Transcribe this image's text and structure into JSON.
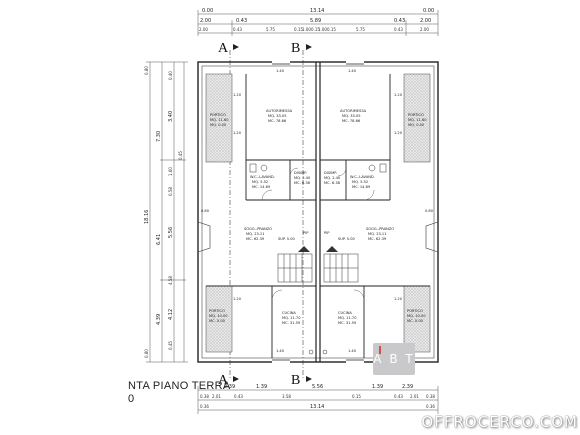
{
  "top_dims": {
    "row1": [
      "0.00",
      "13.14",
      "0.00"
    ],
    "row2": [
      "2.00",
      "0.43",
      "5.89",
      "0.43",
      "2.00"
    ],
    "row3": [
      "2.00",
      "0.43",
      "5.75",
      "0.15",
      "1.00",
      "0.15",
      "1.00",
      "0.15",
      "5.75",
      "0.43",
      "2.00"
    ]
  },
  "left_dims": [
    "0.80",
    "0.40",
    "7.30",
    "3.40",
    "0.45",
    "1.60",
    "18.16",
    "0.58",
    "6.41",
    "5.56",
    "4.58",
    "4.12",
    "4.39",
    "0.45",
    "0.80"
  ],
  "section_marks": {
    "a": "A",
    "b": "B"
  },
  "rooms": {
    "autorimessa": {
      "name": "AUTORIMESSA",
      "mq": "MQ. 33.05",
      "mc": "MC. 78.66"
    },
    "portico": {
      "name": "PORTICO",
      "mq": "MQ. 11.60",
      "area": "MQ. 0.00"
    },
    "wc": {
      "name": "W.C.-LAVAND.",
      "mq": "MQ. 5.52",
      "mc": "MC. 14.69"
    },
    "disimp": {
      "name": "DISIMP.",
      "mq": "MQ. 2.40",
      "mc": "MC. 6.38"
    },
    "soggiorno": {
      "name": "SOGG.-PRANZO",
      "mq": "MQ. 23.11",
      "mc": "MC. 62.39"
    },
    "cucina": {
      "name": "CUCINA",
      "mq": "MQ. 11.70",
      "mc": "MC. 31.59"
    },
    "portico2": {
      "name": "PORTICO",
      "mq": "MQ. 10.00",
      "mc": "MC. 0.00"
    },
    "pip": "PIP",
    "tiny_label": "SUP. 5.00"
  },
  "window_labels": {
    "a": "1.20",
    "b": "0.80",
    "c": "1.40"
  },
  "caption": {
    "line1": "NTA PIANO TERRA",
    "line2": "0"
  },
  "bottom_dims": {
    "row1": [
      "2.39",
      "1.39",
      "5.56",
      "1.39",
      "2.39"
    ],
    "row2": [
      "0.38",
      "2.01",
      "0.43",
      "3.58",
      "0.15",
      "0.43",
      "2.01",
      "0.38"
    ],
    "row3": [
      "0.36",
      "13.14",
      "0.36"
    ]
  },
  "logo": "A B T",
  "watermark": "OFFROCERCO.COM",
  "colors": {
    "line": "#333333",
    "wall": "#222222",
    "hatch": "#9a9a9a",
    "logo_bg": "#c9c9cb",
    "logo_accent": "#d64b4b"
  }
}
